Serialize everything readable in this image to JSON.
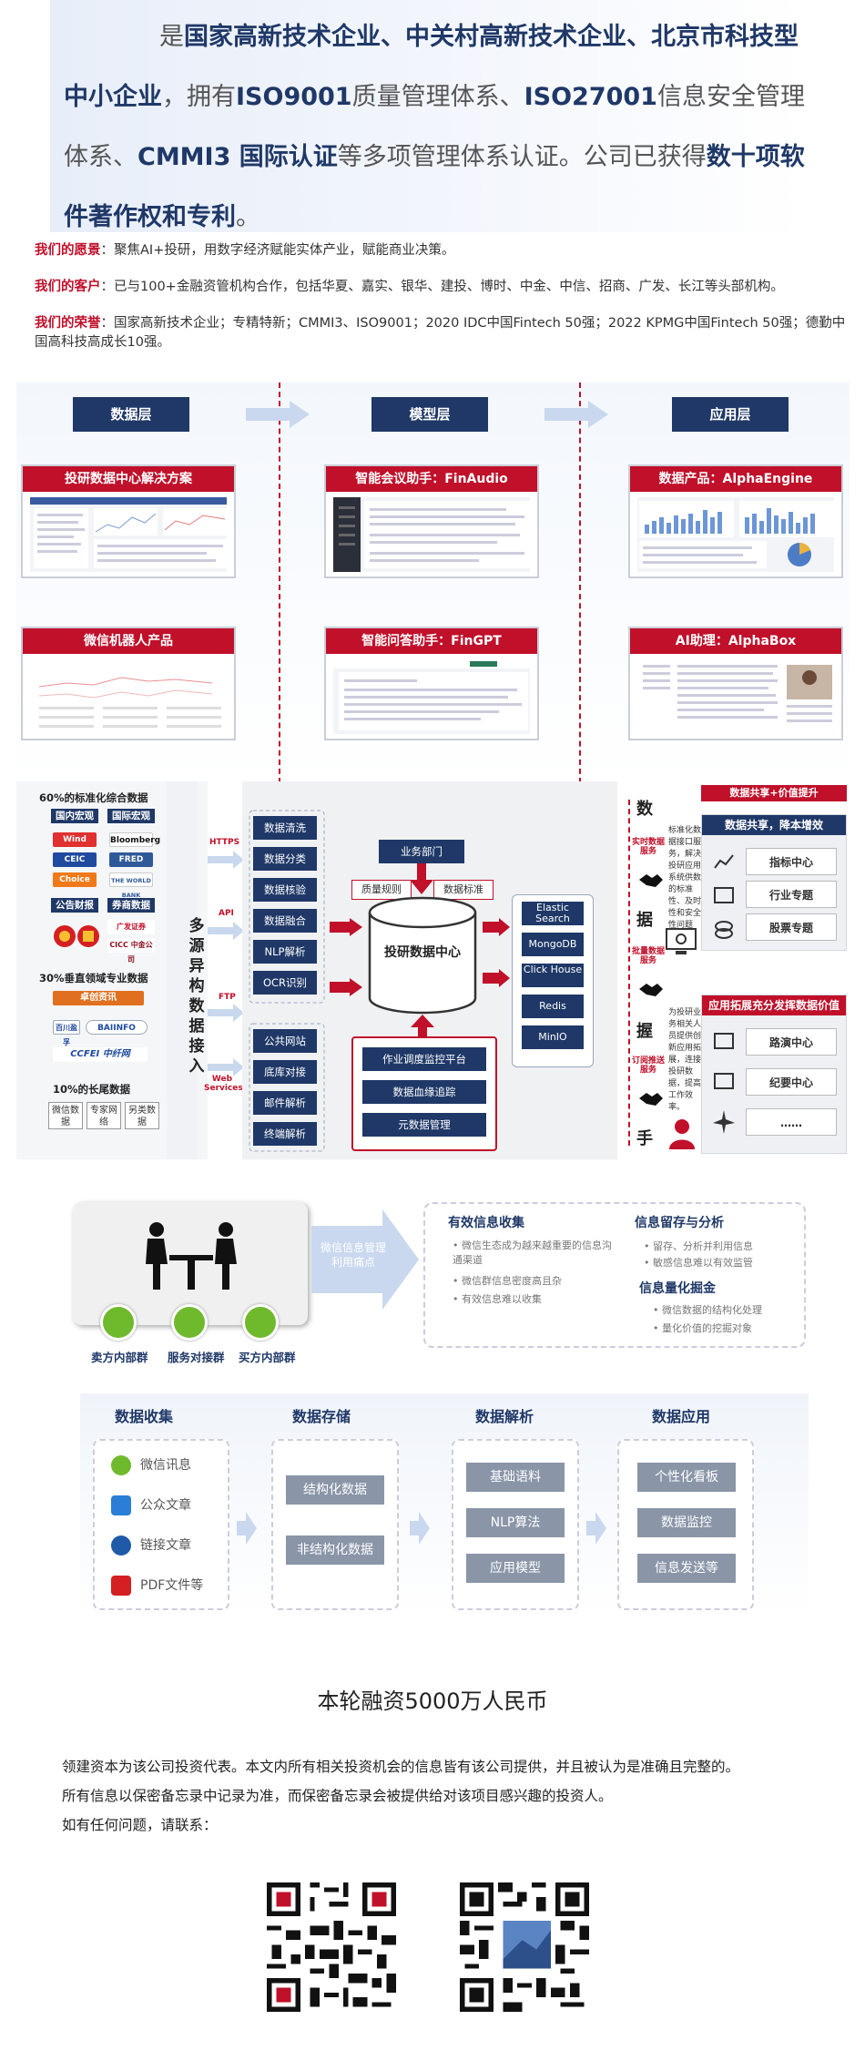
{
  "hero": {
    "t1": "是",
    "b1": "国家高新技术企业、中关村高新技术企业、北京市科技型中小企业",
    "t2": "，拥有",
    "b2": "ISO9001",
    "t3": "质量管理体系、",
    "b3": "ISO27001",
    "t4": "信息安全管理体系、",
    "b4": "CMMI3 国际认证",
    "t5": "等多项管理体系认证。公司已获得",
    "b5": "数十项软件著作权和专利",
    "t6": "。"
  },
  "info": [
    {
      "key": "我们的愿景",
      "text": "：聚焦AI+投研，用数字经济赋能实体产业，赋能商业决策。"
    },
    {
      "key": "我们的客户",
      "text": "：已与100+金融资管机构合作，包括华夏、嘉实、银华、建投、博时、中金、中信、招商、广发、长江等头部机构。"
    },
    {
      "key": "我们的荣誉",
      "text": "：国家高新技术企业；专精特新；CMMI3、ISO9001；2020 IDC中国Fintech 50强；2022 KPMG中国Fintech 50强；德勤中国高科技高成长10强。"
    }
  ],
  "layers": [
    "数据层",
    "模型层",
    "应用层"
  ],
  "cards": [
    "投研数据中心解决方案",
    "智能会议助手：FinAudio",
    "数据产品：AlphaEngine",
    "微信机器人产品",
    "智能问答助手：FinGPT",
    "AI助理：AlphaBox"
  ],
  "arch": {
    "left_title": "60%的标准化综合数据",
    "cat_domestic": "国内宏观",
    "cat_intl": "国际宏观",
    "cat_public": "公告财报",
    "cat_broker": "券商数据",
    "logos": [
      "Wind",
      "CEIC",
      "Choice",
      "Bloomberg",
      "FRED",
      "THE WORLD BANK",
      "广发证券",
      "CICC 中金公司",
      "卓创资讯",
      "百川盈孚",
      "BAIINFO",
      "CCFEI 中纤网"
    ],
    "vertical_title": "30%垂直领域专业数据",
    "long_tail_title": "10%的长尾数据",
    "long_tail": [
      "微信数据",
      "专家网络",
      "另类数据"
    ],
    "vertical_label": "多源异构数据接入",
    "protocols": [
      "HTTPS",
      "API",
      "FTP",
      "Web Services"
    ],
    "proc_top": [
      "数据清洗",
      "数据分类",
      "数据核验",
      "数据融合",
      "NLP解析",
      "OCR识别"
    ],
    "proc_bottom": [
      "公共网站",
      "底库对接",
      "邮件解析",
      "终端解析"
    ],
    "biz_dept": "业务部门",
    "quality": "质量规则",
    "standard": "数据标准",
    "center": "投研数据中心",
    "ops": [
      "作业调度监控平台",
      "数据血缘追踪",
      "元数据管理"
    ],
    "dbs": [
      "Elastic Search",
      "MongoDB",
      "Click House",
      "Redis",
      "MinIO"
    ],
    "handshake_chars": [
      "数",
      "据",
      "握",
      "手"
    ],
    "handshake_labels": [
      "实时数据服务",
      "批量数据服务",
      "订阅推送服务"
    ],
    "right_top_banner": "数据共享+价值提升",
    "right_box1_head": "数据共享，降本增效",
    "right_box1_items": [
      "指标中心",
      "行业专题",
      "股票专题"
    ],
    "right_text1": "标准化数据接口服务，解决投研应用系统供数的标准性、及时性和安全性问题",
    "right_box2_head": "应用拓展充分发挥数据价值",
    "right_box2_items": [
      "路演中心",
      "纪要中心",
      "……"
    ],
    "right_text2": "为投研业务相关人员提供创新应用拓展，连接投研数据，提高工作效率。"
  },
  "pain": {
    "left_labels": [
      "卖方内部群",
      "服务对接群",
      "买方内部群"
    ],
    "center": "微信信息管理利用痛点",
    "h1": "有效信息收集",
    "l1": [
      "微信生态成为越来越重要的信息沟通渠道",
      "微信群信息密度高且杂",
      "有效信息难以收集"
    ],
    "h2": "信息留存与分析",
    "l2": [
      "留存、分析并利用信息",
      "敏感信息难以有效监管"
    ],
    "h3": "信息量化掘金",
    "l3": [
      "微信数据的结构化处理",
      "量化价值的挖掘对象"
    ]
  },
  "flow": {
    "heads": [
      "数据收集",
      "数据存储",
      "数据解析",
      "数据应用"
    ],
    "sources": [
      "微信讯息",
      "公众文章",
      "链接文章",
      "PDF文件等"
    ],
    "storage": [
      "结构化数据",
      "非结构化数据"
    ],
    "parse": [
      "基础语料",
      "NLP算法",
      "应用模型"
    ],
    "apps": [
      "个性化看板",
      "数据监控",
      "信息发送等"
    ]
  },
  "footer": {
    "title": "本轮融资5000万人民币",
    "lines": [
      "领建资本为该公司投资代表。本文内所有相关投资机会的信息皆有该公司提供，并且被认为是准确且完整的。",
      "所有信息以保密备忘录中记录为准，而保密备忘录会被提供给对该项目感兴趣的投资人。",
      "如有任何问题，请联系："
    ]
  }
}
